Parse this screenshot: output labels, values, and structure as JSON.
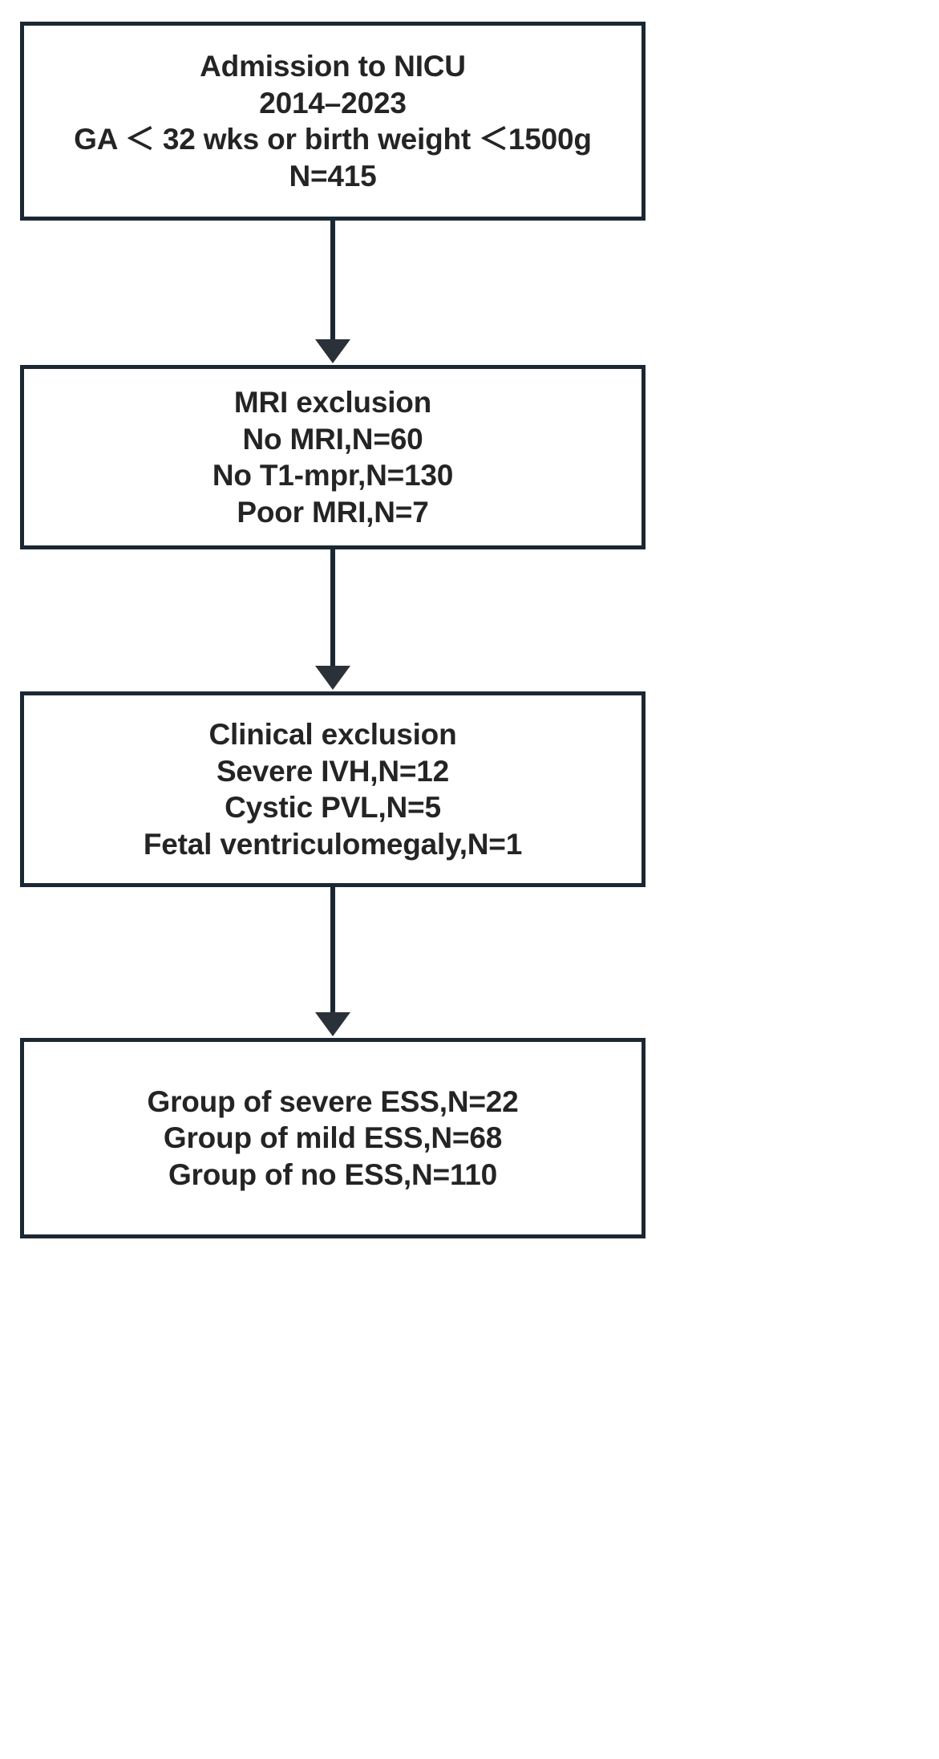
{
  "diagram": {
    "title": "Study participant selection flowchart",
    "type": "flowchart",
    "colors": {
      "box_border": "#1b2733",
      "box_fill": "#ffffff",
      "text": "#242424",
      "arrow": "#2b3138",
      "background": "#ffffff"
    },
    "nodes": [
      {
        "id": "admission",
        "name": "admission-to-nicu-box",
        "lines": [
          "Admission to NICU",
          "2014–2023",
          "GA ＜ 32 wks or birth weight ＜1500g",
          "N=415"
        ]
      },
      {
        "id": "mri-exclusion",
        "name": "mri-exclusion-box",
        "lines": [
          "MRI exclusion",
          "No MRI,N=60",
          "No T1-mpr,N=130",
          "Poor MRI,N=7"
        ]
      },
      {
        "id": "clinical-exclusion",
        "name": "clinical-exclusion-box",
        "lines": [
          "Clinical exclusion",
          "Severe IVH,N=12",
          "Cystic PVL,N=5",
          "Fetal ventriculomegaly,N=1"
        ]
      },
      {
        "id": "groups",
        "name": "ess-groups-box",
        "lines": [
          "Group of severe ESS,N=22",
          "Group of mild ESS,N=68",
          "Group of no ESS,N=110"
        ]
      }
    ],
    "connectors": [
      {
        "id": "arrow-1",
        "from": "admission",
        "to": "mri-exclusion",
        "direction": "down"
      },
      {
        "id": "arrow-2",
        "from": "mri-exclusion",
        "to": "clinical-exclusion",
        "direction": "down"
      },
      {
        "id": "arrow-3",
        "from": "clinical-exclusion",
        "to": "groups",
        "direction": "down"
      }
    ],
    "counts": {
      "total_admissions": 415,
      "no_mri": 60,
      "no_t1_mpr": 130,
      "poor_mri": 7,
      "severe_ivh": 12,
      "cystic_pvl": 5,
      "fetal_ventriculomegaly": 1,
      "severe_ess": 22,
      "mild_ess": 68,
      "no_ess": 110
    }
  }
}
